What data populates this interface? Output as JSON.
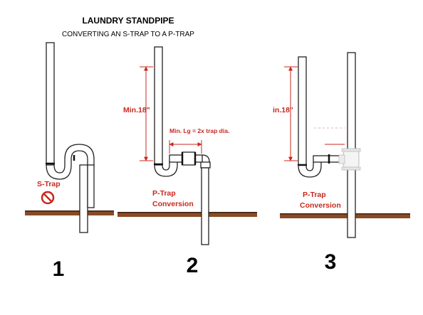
{
  "header": {
    "title": "LAUNDRY STANDPIPE",
    "subtitle": "CONVERTING AN S-TRAP TO A P-TRAP"
  },
  "panels": [
    {
      "number": "1",
      "label": "S-Trap",
      "icon": "no-symbol-icon"
    },
    {
      "number": "2",
      "label_line1": "P-Trap",
      "label_line2": "Conversion",
      "height_note": "Min.18\"",
      "length_note": "Min. Lg = 2x trap dia."
    },
    {
      "number": "3",
      "label_line1": "P-Trap",
      "label_line2": "Conversion",
      "height_note": "in.18\""
    }
  ],
  "colors": {
    "annotation": "#c8281e",
    "floor": "#8a4a24",
    "pipe_outline": "#222222"
  }
}
